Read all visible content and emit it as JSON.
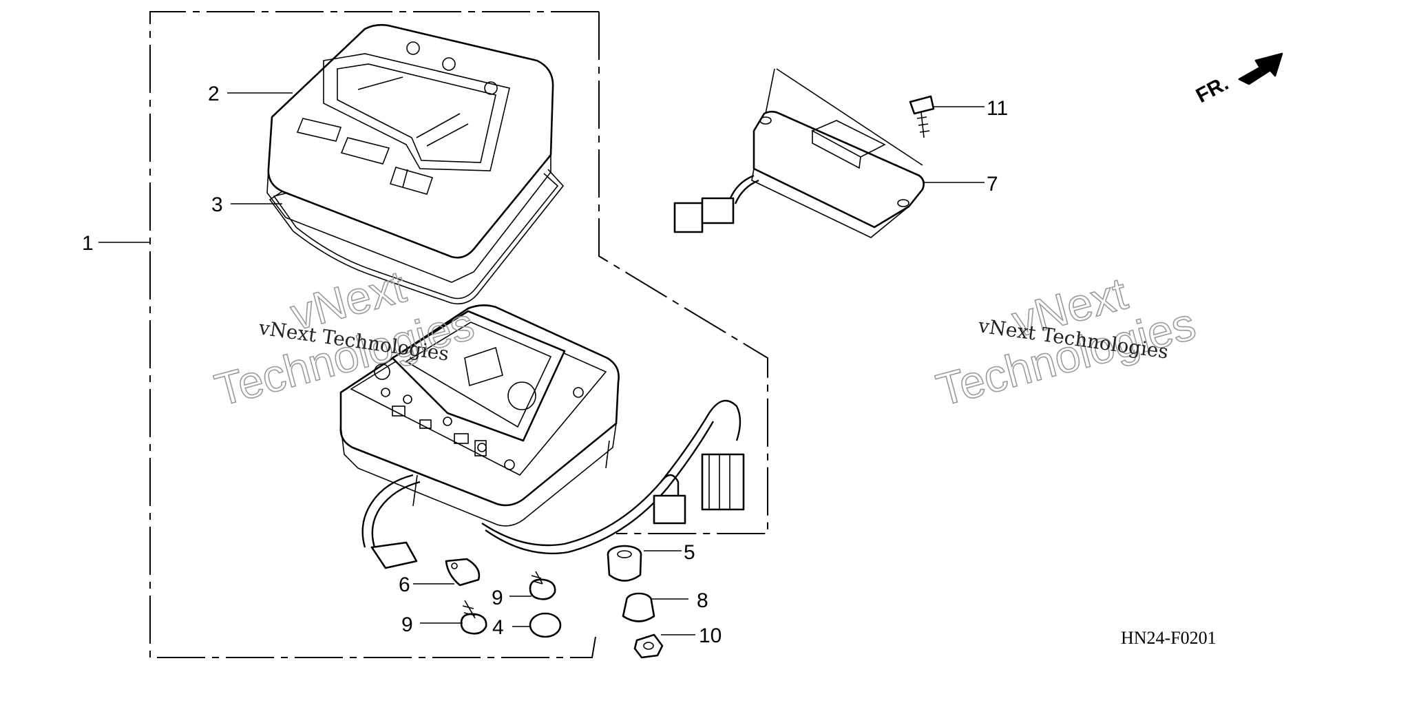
{
  "diagram": {
    "callouts": [
      {
        "id": "1",
        "label": "1"
      },
      {
        "id": "2",
        "label": "2"
      },
      {
        "id": "3",
        "label": "3"
      },
      {
        "id": "4",
        "label": "4"
      },
      {
        "id": "5",
        "label": "5"
      },
      {
        "id": "6",
        "label": "6"
      },
      {
        "id": "7",
        "label": "7"
      },
      {
        "id": "8",
        "label": "8"
      },
      {
        "id": "9a",
        "label": "9"
      },
      {
        "id": "9b",
        "label": "9"
      },
      {
        "id": "10",
        "label": "10"
      },
      {
        "id": "11",
        "label": "11"
      }
    ],
    "direction_label": "FR.",
    "diagram_code": "HN24-F0201",
    "watermark": {
      "small": "vNext Technologies",
      "big_line1": "vNext",
      "big_line2": "Technologies"
    }
  }
}
